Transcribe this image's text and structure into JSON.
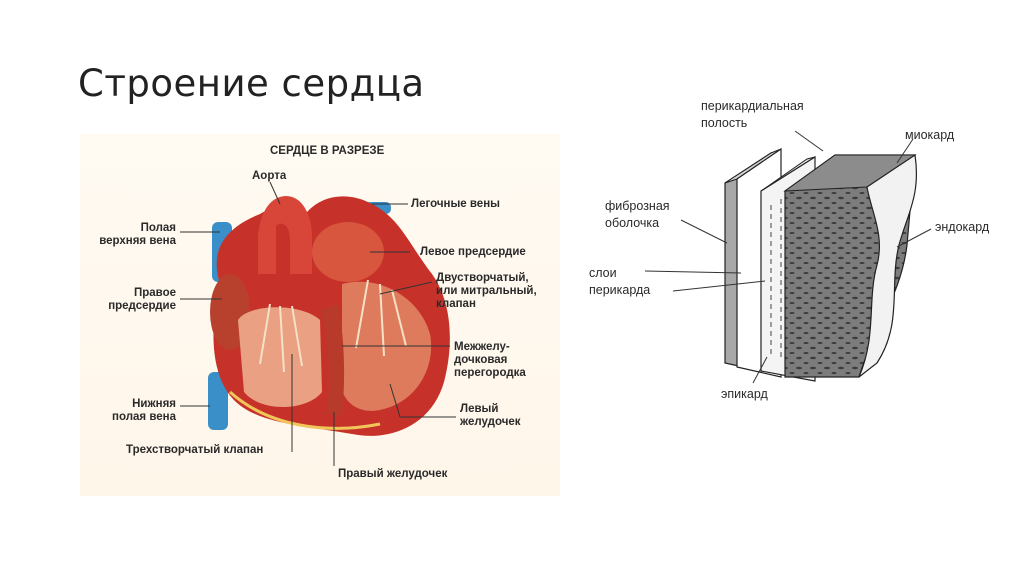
{
  "slide": {
    "title": "Строение сердца"
  },
  "heart_section": {
    "heading": "СЕРДЦЕ В РАЗРЕЗЕ",
    "labels": {
      "aorta": "Аорта",
      "pulmonary_veins": "Легочные вены",
      "superior_vena_cava": "Полая\nверхняя вена",
      "left_atrium": "Левое предсердие",
      "right_atrium": "Правое\nпредсердие",
      "mitral_valve": "Двустворчатый,\nили митральный,\nклапан",
      "septum": "Межжелу-\nдочковая\nперегородка",
      "inferior_vena_cava": "Нижняя\nполая вена",
      "left_ventricle": "Левый\nжелудочек",
      "tricuspid_valve": "Трехстворчатый клапан",
      "right_ventricle": "Правый желудочек"
    }
  },
  "wall_layers": {
    "labels": {
      "pericardial_cavity": "перикардиальная\nполость",
      "myocardium": "миокард",
      "fibrous_sheath": "фиброзная\nоболочка",
      "endocardium": "эндокард",
      "pericardium_layers": "слои\nперикарда",
      "epicardium": "эпикард"
    }
  }
}
